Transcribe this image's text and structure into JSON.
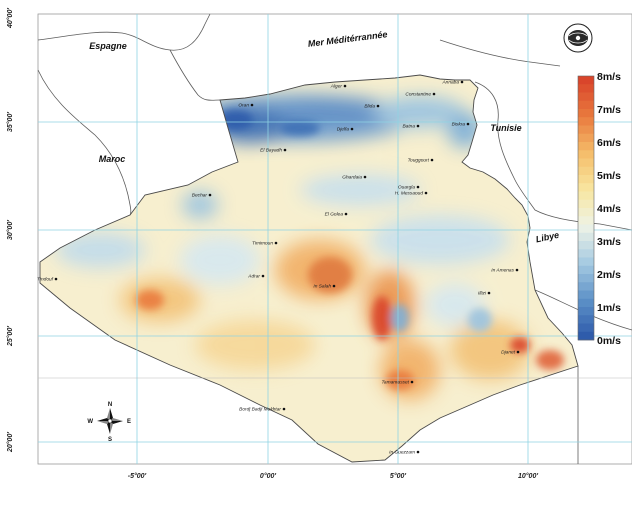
{
  "map": {
    "country_labels": [
      "Espagne",
      "Mer Méditérrannée",
      "Maroc",
      "Tunisie",
      "Libye"
    ],
    "lon_ticks": [
      "-5°00'",
      "0°00'",
      "5°00'",
      "10°00'"
    ],
    "lat_ticks": [
      "40°00'",
      "35°00'",
      "30°00'",
      "25°00'",
      "20°00'"
    ],
    "cities": [
      "Annaba",
      "Alger",
      "Constantine",
      "Oran",
      "Blida",
      "Batna",
      "Djelfa",
      "Biskra",
      "El Bayadh",
      "Touggourt",
      "Ghardaia",
      "Ouargla",
      "H. Messaoud",
      "Bechar",
      "El Golea",
      "Timimoun",
      "Tindouf",
      "Adrar",
      "In Salah",
      "In Amenas",
      "Illizi",
      "Djanet",
      "Tamanrasset",
      "Bordj Badji Mokhtar",
      "In Guezzam"
    ],
    "compass": {
      "north": "N",
      "south": "S",
      "east": "E",
      "west": "W"
    }
  },
  "legend": {
    "labels": [
      "8m/s",
      "7m/s",
      "6m/s",
      "5m/s",
      "4m/s",
      "3m/s",
      "2m/s",
      "1m/s",
      "0m/s"
    ],
    "min": 0,
    "max": 8,
    "unit": "m/s",
    "colors": [
      "#2f5cab",
      "#5e92c8",
      "#a6cbe2",
      "#eef3e6",
      "#f8e6a0",
      "#f5bd6a",
      "#e97a3e",
      "#d9452b"
    ]
  },
  "colors": {
    "land": "#f7efcf",
    "grid": "#8fd3e3",
    "border": "#555555"
  }
}
